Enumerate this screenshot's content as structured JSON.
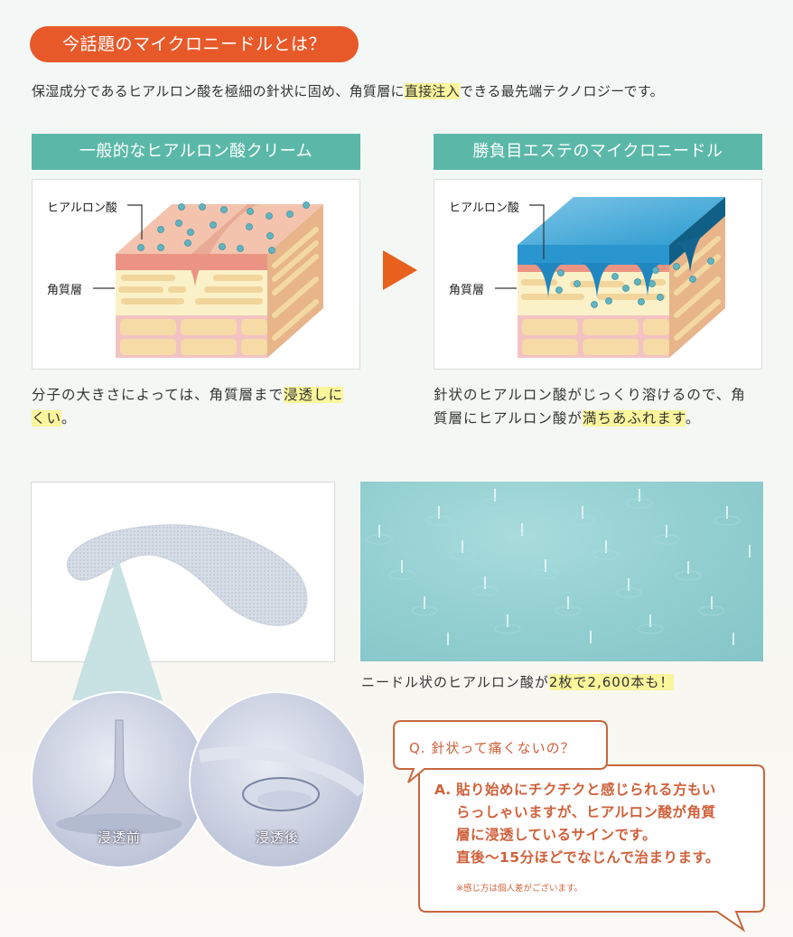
{
  "title": "今話題のマイクロニードルとは？",
  "intro": {
    "before": "保湿成分であるヒアルロン酸を極細の針状に固め、角質層に",
    "highlight": "直接注入",
    "after": "できる最先端テクノロジーです。"
  },
  "comparison": {
    "left": {
      "header": "一般的なヒアルロン酸クリーム",
      "label_ha": "ヒアルロン酸",
      "label_sc": "角質層",
      "caption_before": "分子の大きさによっては、角質層まで",
      "caption_highlight_1": "浸透しに",
      "caption_highlight_2": "くい",
      "caption_after": "。"
    },
    "arrow_icon": "play-arrow-right",
    "right": {
      "header": "勝負目エステのマイクロニードル",
      "label_ha": "ヒアルロン酸",
      "label_sc": "角質層",
      "caption_line1": "針状のヒアルロン酸がじっくり溶けるので、角",
      "caption_before": "質層にヒアルロン酸が",
      "caption_highlight": "満ちあふれます",
      "caption_after": "。"
    }
  },
  "photos": {
    "before_label": "浸透前",
    "after_label": "浸透後",
    "needle_caption_before": "ニードル状のヒアルロン酸が",
    "needle_caption_highlight": "2枚で2,600本も！"
  },
  "faq": {
    "question": "Q. 針状って痛くないの？",
    "answer_prefix": "A.",
    "answer_lines": [
      "貼り始めにチクチクと感じられる方もい",
      "らっしゃいますが、ヒアルロン酸が角質",
      "層に浸透しているサインです。",
      "直後〜15分ほどでなじんで治まります。"
    ],
    "note": "※感じ方は個人差がございます。"
  },
  "colors": {
    "accent_orange": "#e8592a",
    "teal": "#5bb8a8",
    "highlight": "#fbf59c",
    "bubble_border": "#c8673e"
  }
}
